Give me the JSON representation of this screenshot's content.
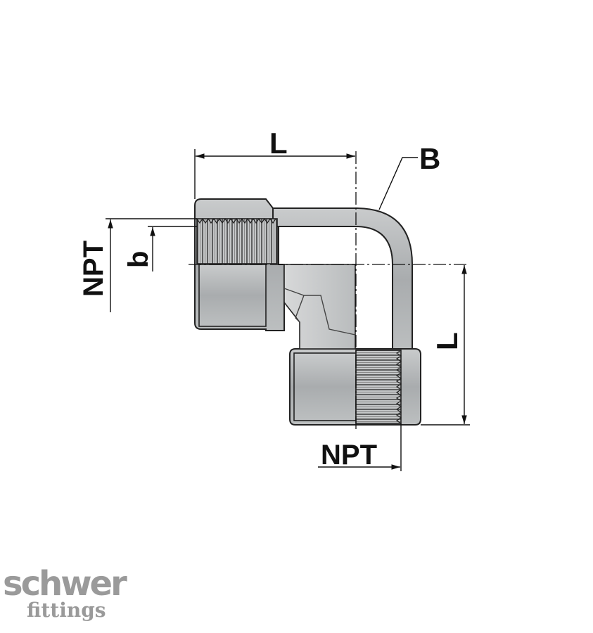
{
  "labels": {
    "length_top": "L",
    "length_right": "L",
    "bend_radius": "B",
    "thread_left": "NPT",
    "thread_bottom": "NPT",
    "thread_depth": "b"
  },
  "logo": {
    "brand": "schwer",
    "sub": "fittings"
  },
  "colors": {
    "body_fill": "#b4b7b9",
    "outline": "#222222",
    "bore_fill": "#cfd1d2",
    "logo": "#9a9a9a"
  }
}
